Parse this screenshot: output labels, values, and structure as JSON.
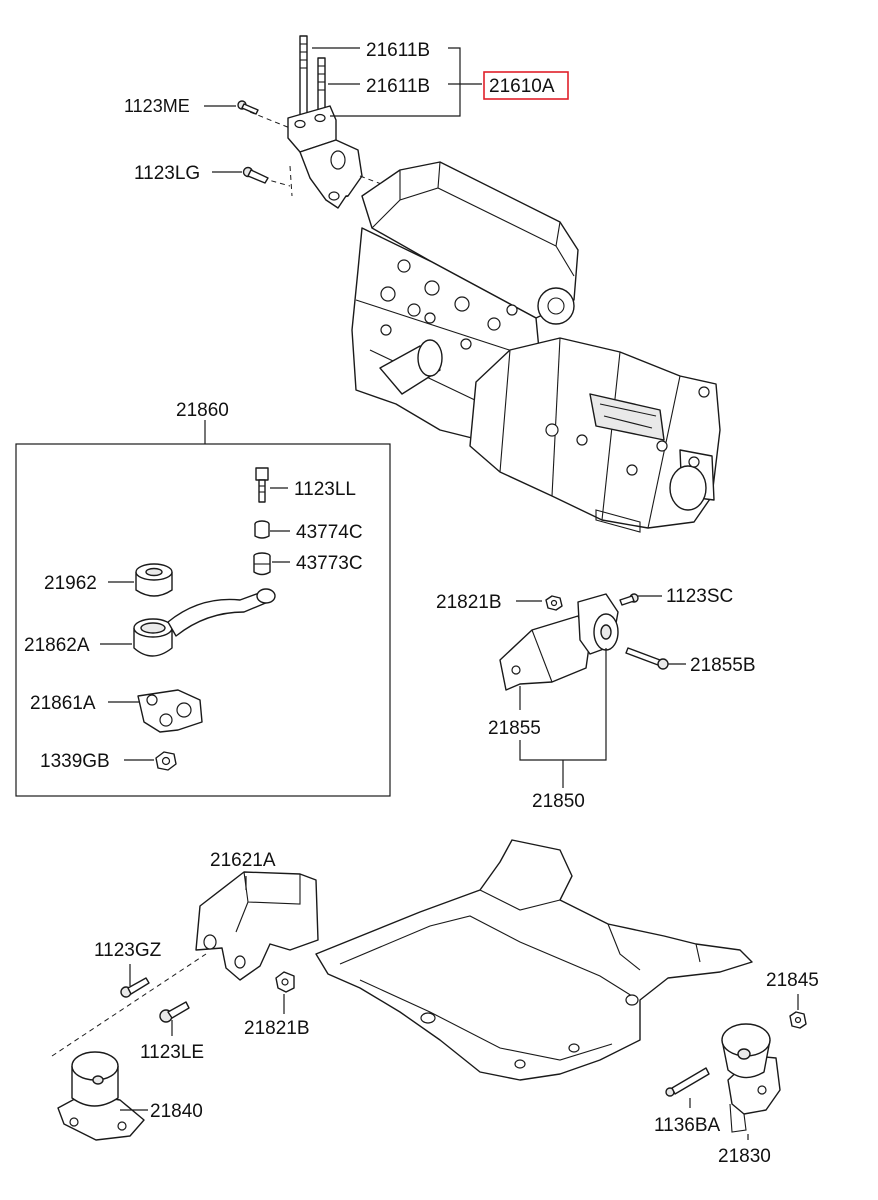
{
  "labels": {
    "p21611B_a": "21611B",
    "p21611B_b": "21611B",
    "p21610A": "21610A",
    "p1123ME": "1123ME",
    "p1123LG": "1123LG",
    "p21860": "21860",
    "p1123LL": "1123LL",
    "p43774C": "43774C",
    "p43773C": "43773C",
    "p21962": "21962",
    "p21862A": "21862A",
    "p21861A": "21861A",
    "p1339GB": "1339GB",
    "p21821B_a": "21821B",
    "p1123SC": "1123SC",
    "p21855B": "21855B",
    "p21855": "21855",
    "p21850": "21850",
    "p21621A": "21621A",
    "p1123GZ": "1123GZ",
    "p1123LE": "1123LE",
    "p21821B_b": "21821B",
    "p21840": "21840",
    "p21845": "21845",
    "p1136BA": "1136BA",
    "p21830": "21830"
  },
  "colors": {
    "line": "#1a1a1a",
    "highlight_box": "#e0202a",
    "background": "#ffffff"
  }
}
